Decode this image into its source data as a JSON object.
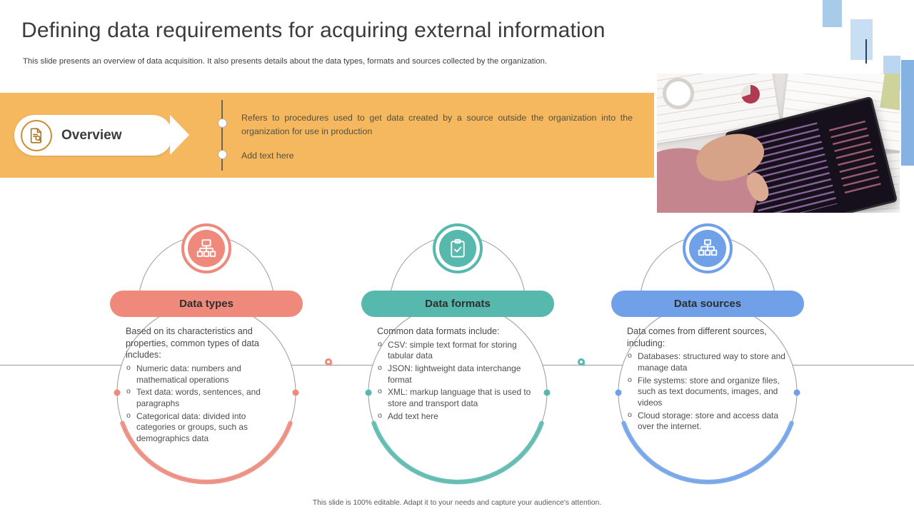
{
  "slide": {
    "title": "Defining data requirements for acquiring external information",
    "subtitle": "This slide presents an overview of data acquisition. It also presents details about the data types, formats and sources collected by the organization.",
    "footer": "This slide is 100% editable.  Adapt it to your needs and capture your audience's attention."
  },
  "overview": {
    "label": "Overview",
    "icon": "document-magnifier-icon",
    "bullets": [
      "Refers to procedures used to get data created by a source outside the organization into the organization for use in production",
      "Add text here"
    ]
  },
  "columns": [
    {
      "label": "Data types",
      "color": "#EE897B",
      "icon": "network-devices-icon",
      "intro": "Based on its characteristics and properties, common types of data includes:",
      "items": [
        "Numeric data: numbers and mathematical operations",
        "Text data: words, sentences, and paragraphs",
        "Categorical data: divided into categories or groups, such as demographics data"
      ]
    },
    {
      "label": "Data formats",
      "color": "#57B8AD",
      "icon": "clipboard-check-icon",
      "intro": "Common data formats include:",
      "items": [
        "CSV: simple text format for storing tabular data",
        "JSON: lightweight data interchange format",
        "XML: markup language that is used to store and transport data",
        "Add text here"
      ]
    },
    {
      "label": "Data sources",
      "color": "#6FA0E8",
      "icon": "sitemap-icon",
      "intro": "Data comes from different sources, including:",
      "items": [
        "Databases: structured way to store and manage data",
        "File systems: store and organize files, such as text documents, images, and videos",
        "Cloud storage: store and access data over the internet."
      ]
    }
  ],
  "colors": {
    "banner": "#F5B85F",
    "deco_light_blue": "#A9CBEA",
    "deco_blue_bar": "#85B2E3",
    "timeline": "#9B9B9B"
  }
}
